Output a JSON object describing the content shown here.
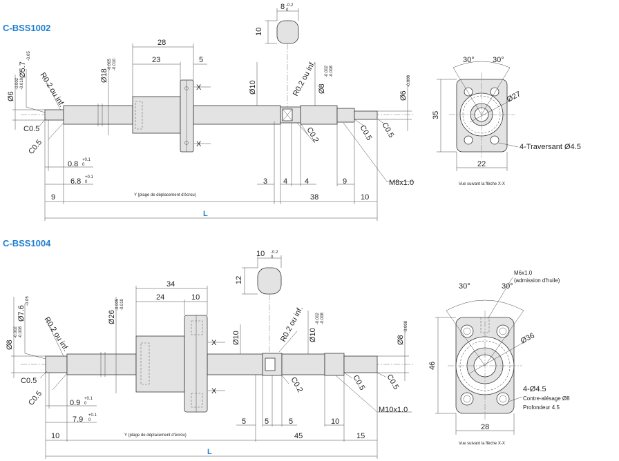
{
  "drawings": [
    {
      "title": "C-BSS1002",
      "labels": {
        "d_end": "Ø6",
        "d_end_tol": "-0.002\n-0.010",
        "d_neck": "Ø5.7",
        "d_neck_tol": "-0.05",
        "r_left": "R0.2 ou inf.",
        "d_nut": "Ø18",
        "d_nut_tol": "-0.005\n-0.010",
        "dim_nut_total": "28",
        "dim_nut_body": "23",
        "dim_flange": "5",
        "section": "X",
        "d_shaft": "Ø10",
        "r_right": "R0.2 ou inf.",
        "d_bearing": "Ø8",
        "d_bearing_tol": "-0.002\n-0.008",
        "d_right": "Ø6",
        "d_right_tol": "-0.008",
        "c05_a": "C0.5",
        "c05_b": "C0.5",
        "c02": "C0.2",
        "c05_c": "C0.5",
        "c05_d": "C0.5",
        "dim_08": "0.8",
        "dim_08_tol": "+0.1\n0",
        "dim_68": "6.8",
        "dim_68_tol": "+0.1\n0",
        "dim_3": "3",
        "dim_4a": "4",
        "dim_4b": "4",
        "dim_9r": "9",
        "thread": "M8x1.0",
        "dim_9l": "9",
        "stroke": "Y (plage de déplacement d'écrou)",
        "dim_38": "38",
        "dim_10": "10",
        "total": "L",
        "flat_w": "8",
        "flat_w_tol": "-0.2\n0",
        "flat_h": "10"
      },
      "flange": {
        "angle_a": "30°",
        "angle_b": "30°",
        "pcd": "Ø27",
        "height": "35",
        "width": "22",
        "holes": "4-Traversant Ø4.5",
        "caption": "Vue suivant la flèche X-X"
      }
    },
    {
      "title": "C-BSS1004",
      "labels": {
        "d_end": "Ø8",
        "d_end_tol": "-0.002\n-0.008",
        "d_neck": "Ø7.6",
        "d_neck_tol": "-0.05",
        "r_left": "R0.2 ou inf.",
        "d_nut": "Ø26",
        "d_nut_tol": "-0.005\n-0.010",
        "dim_nut_total": "34",
        "dim_nut_body": "24",
        "dim_flange": "10",
        "section": "X",
        "d_shaft": "Ø10",
        "r_right": "R0.2 ou inf.",
        "d_bearing": "Ø10",
        "d_bearing_tol": "-0.002\n-0.008",
        "d_right": "Ø8",
        "d_right_tol": "-0.008",
        "c05_a": "C0.5",
        "c05_b": "C0.5",
        "c02": "C0.2",
        "c05_c": "C0.5",
        "c05_d": "C0.5",
        "dim_08": "0.9",
        "dim_08_tol": "+0.1\n0",
        "dim_68": "7.9",
        "dim_68_tol": "+0.1\n0",
        "dim_3": "5",
        "dim_4a": "5",
        "dim_4b": "5",
        "dim_9r": "10",
        "thread": "M10x1.0",
        "dim_9l": "10",
        "stroke": "Y (plage de déplacement d'écrou)",
        "dim_38": "45",
        "dim_10": "15",
        "total": "L",
        "flat_w": "10",
        "flat_w_tol": "-0.2\n0",
        "flat_h": "12"
      },
      "flange": {
        "angle_a": "30°",
        "angle_b": "30°",
        "pcd": "Ø36",
        "height": "46",
        "width": "28",
        "oil": "M6x1.0",
        "oil_note": "(admission d'huile)",
        "holes": "4-Ø4.5",
        "cbore": "Contre-alésage Ø8",
        "depth": "Profondeur 4.5",
        "caption": "Vue suivant la flèche X-X"
      }
    }
  ]
}
